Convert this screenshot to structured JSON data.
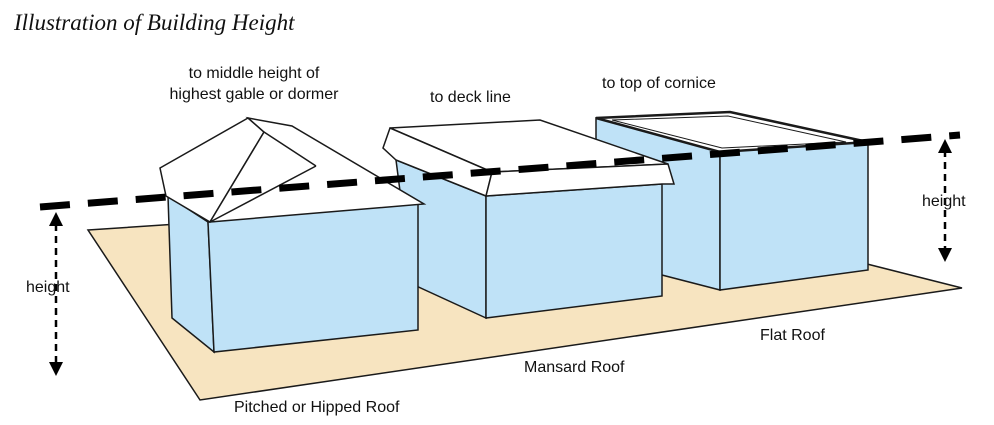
{
  "title": "Illustration of Building Height",
  "labels": {
    "gable": [
      "to middle height of",
      "highest gable or dormer"
    ],
    "deck": "to deck line",
    "cornice": "to top of cornice",
    "height_left": "height",
    "height_right": "height",
    "flat": "Flat Roof",
    "mansard": "Mansard Roof",
    "pitched": "Pitched or Hipped Roof"
  },
  "colors": {
    "ground": "#f7e4c0",
    "wall": "#bfe2f7",
    "roof": "#ffffff",
    "outline": "#1a1a1a",
    "height_line": "#000000"
  }
}
